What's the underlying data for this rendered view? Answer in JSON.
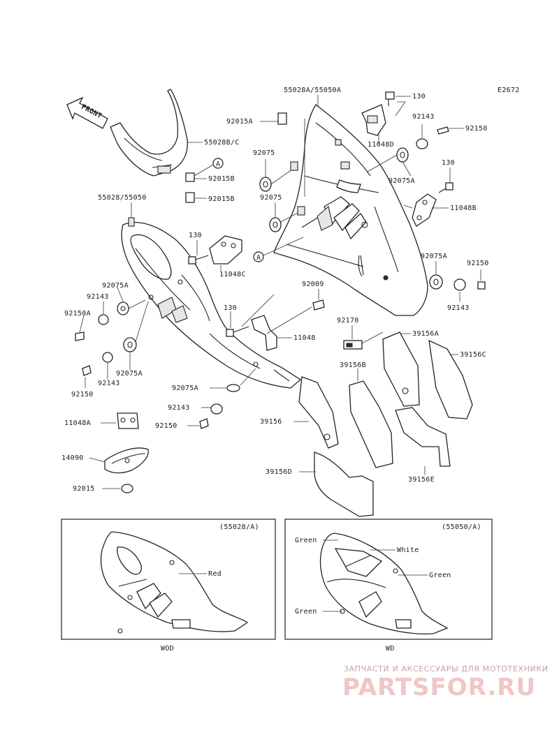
{
  "diagram_id": "E2672",
  "front_arrow_label": "FRONT",
  "ref_marker": "A",
  "parts": {
    "p55028A_55050A": "55028A/55050A",
    "p130_top": "130",
    "p92143_top": "92143",
    "p92150_top": "92150",
    "p11048D": "11048D",
    "p92015A": "92015A",
    "p55028B_C": "55028B/C",
    "p92075_1": "92075",
    "p92075A_top": "92075A",
    "p92015B_1": "92015B",
    "p92015B_2": "92015B",
    "p130_right": "130",
    "p11048B": "11048B",
    "p92075_2": "92075",
    "p55028_55050": "55028/55050",
    "p130_mid": "130",
    "p11048C": "11048C",
    "p92075A_right": "92075A",
    "p92150_right": "92150",
    "p92143_right": "92143",
    "p92075A_left": "92075A",
    "p92143_left": "92143",
    "p92150A": "92150A",
    "p92009": "92009",
    "p130_low": "130",
    "p11048": "11048",
    "p92170": "92170",
    "p39156A": "39156A",
    "p39156C": "39156C",
    "p92075A_left2": "92075A",
    "p92143_left2": "92143",
    "p92150_left": "92150",
    "p39156B": "39156B",
    "p92075A_low": "92075A",
    "p92143_low": "92143",
    "p92150_low": "92150",
    "p11048A": "11048A",
    "p39156": "39156",
    "p14090": "14090",
    "p39156D": "39156D",
    "p39156E": "39156E",
    "p92015": "92015"
  },
  "inset_left": {
    "ref": "(55028/A)",
    "color_label": "Red",
    "caption": "WOD"
  },
  "inset_right": {
    "ref": "(55050/A)",
    "color_labels": [
      "Green",
      "White",
      "Green",
      "Green"
    ],
    "caption": "WD"
  },
  "watermark": {
    "subtitle": "ЗАПЧАСТИ И АКСЕССУАРЫ ДЛЯ МОТОТЕХНИКИ",
    "brand": "PARTSFOR.RU"
  }
}
